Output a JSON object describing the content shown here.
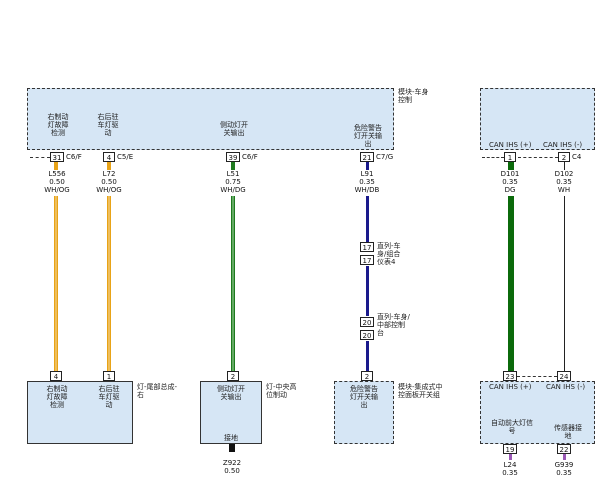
{
  "top_left_module": {
    "label": "模块-车身\n控制",
    "items": [
      {
        "text": "右制动\n灯故障\n检测"
      },
      {
        "text": "右后驻\n车灯驱\n动"
      },
      {
        "text": "侧动灯开\n关输出"
      },
      {
        "text": "危险警告\n灯开关输\n出"
      }
    ]
  },
  "top_right_module": {
    "items": [
      {
        "text": "CAN IHS (+)"
      },
      {
        "text": "CAN IHS (-)"
      }
    ]
  },
  "top_pins": [
    {
      "pin": "31",
      "connector": "C6/F"
    },
    {
      "pin": "4",
      "connector": "C5/E"
    },
    {
      "pin": "39",
      "connector": "C6/F"
    },
    {
      "pin": "21",
      "connector": "C7/G"
    },
    {
      "pin": "1",
      "connector": ""
    },
    {
      "pin": "2",
      "connector": "C4"
    }
  ],
  "wires": [
    {
      "code": "L556",
      "gauge": "0.50",
      "color": "WH/OG"
    },
    {
      "code": "L72",
      "gauge": "0.50",
      "color": "WH/OG"
    },
    {
      "code": "L51",
      "gauge": "0.75",
      "color": "WH/DG"
    },
    {
      "code": "L91",
      "gauge": "0.35",
      "color": "WH/DB"
    },
    {
      "code": "D101",
      "gauge": "0.35",
      "color": "DG"
    },
    {
      "code": "D102",
      "gauge": "0.35",
      "color": "WH"
    }
  ],
  "inline_connectors": [
    {
      "pin": "17",
      "label": "直列-车\n身/组合\n仪表4"
    },
    {
      "pin": "17",
      "label": ""
    },
    {
      "pin": "20",
      "label": "直列-车身/\n中部控制\n台"
    },
    {
      "pin": "20",
      "label": ""
    }
  ],
  "bottom_pins": [
    {
      "pin": "4"
    },
    {
      "pin": "1"
    },
    {
      "pin": "2"
    },
    {
      "pin": "2"
    },
    {
      "pin": "23"
    },
    {
      "pin": "24"
    }
  ],
  "bottom_modules": {
    "lamp_rear": {
      "label": "灯-尾部总成-\n右",
      "items": [
        {
          "text": "右制动\n灯故障\n检测"
        },
        {
          "text": "右后驻\n车灯驱\n动"
        }
      ]
    },
    "lamp_center": {
      "label": "灯-中央高\n位制动",
      "items": [
        {
          "text": "侧动灯开\n关输出"
        },
        {
          "text": "接地"
        }
      ]
    },
    "switch": {
      "label": "模块-集成式中\n控面板开关组",
      "items": [
        {
          "text": "危险警告\n灯开关输\n出"
        }
      ]
    },
    "right": {
      "items": [
        {
          "text": "CAN IHS (+)"
        },
        {
          "text": "CAN IHS (-)"
        },
        {
          "text": "自动前大灯信\n号"
        },
        {
          "text": "传感器接\n地"
        }
      ]
    }
  },
  "bottom_extra_pins": [
    {
      "pin": "19"
    },
    {
      "pin": "22"
    }
  ],
  "bottom_wires": [
    {
      "code": "Z922",
      "gauge": "0.50"
    },
    {
      "code": "L24",
      "gauge": "0.35"
    },
    {
      "code": "G939",
      "gauge": "0.35"
    }
  ],
  "colors": {
    "wire_orange": "#e8a317",
    "wire_green": "#1f7a1f",
    "wire_dark_green": "#0b6a0b",
    "wire_blue": "#1a1a8c",
    "module_fill": "#d6e6f5"
  }
}
